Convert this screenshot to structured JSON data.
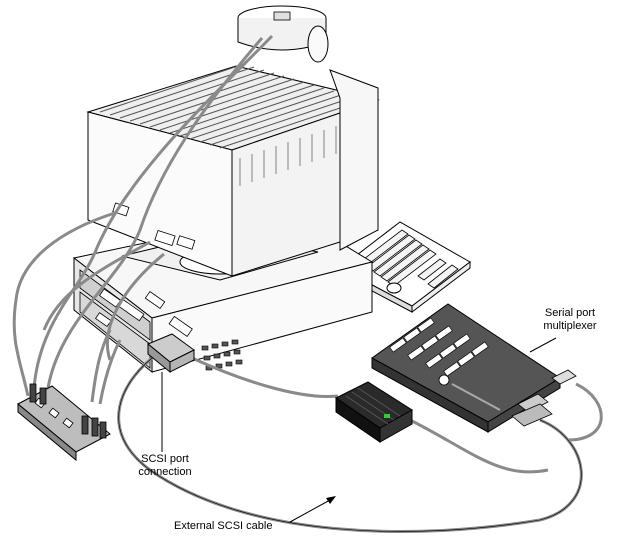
{
  "labels": {
    "serial_port_multiplexer": [
      "Serial port",
      "multiplexer"
    ],
    "scsi_port_connection": [
      "SCSI port",
      "connection"
    ],
    "external_scsi_cable": "External SCSI cable"
  },
  "colors": {
    "line": "#000000",
    "cable": "#8a8a8a",
    "panel_gray": "#c8c8c8",
    "dark_panel": "#555555",
    "terminator": "#1a1a1a",
    "led_green": "#33cc33",
    "background": "#ffffff"
  },
  "components": {
    "monitor": "monitor",
    "camera": "camera-icon",
    "workstation": "workstation-chassis",
    "keyboard": "keyboard",
    "multiplexer": "serial-port-multiplexer",
    "power_strip": "power-strip",
    "terminator": "scsi-terminator"
  }
}
